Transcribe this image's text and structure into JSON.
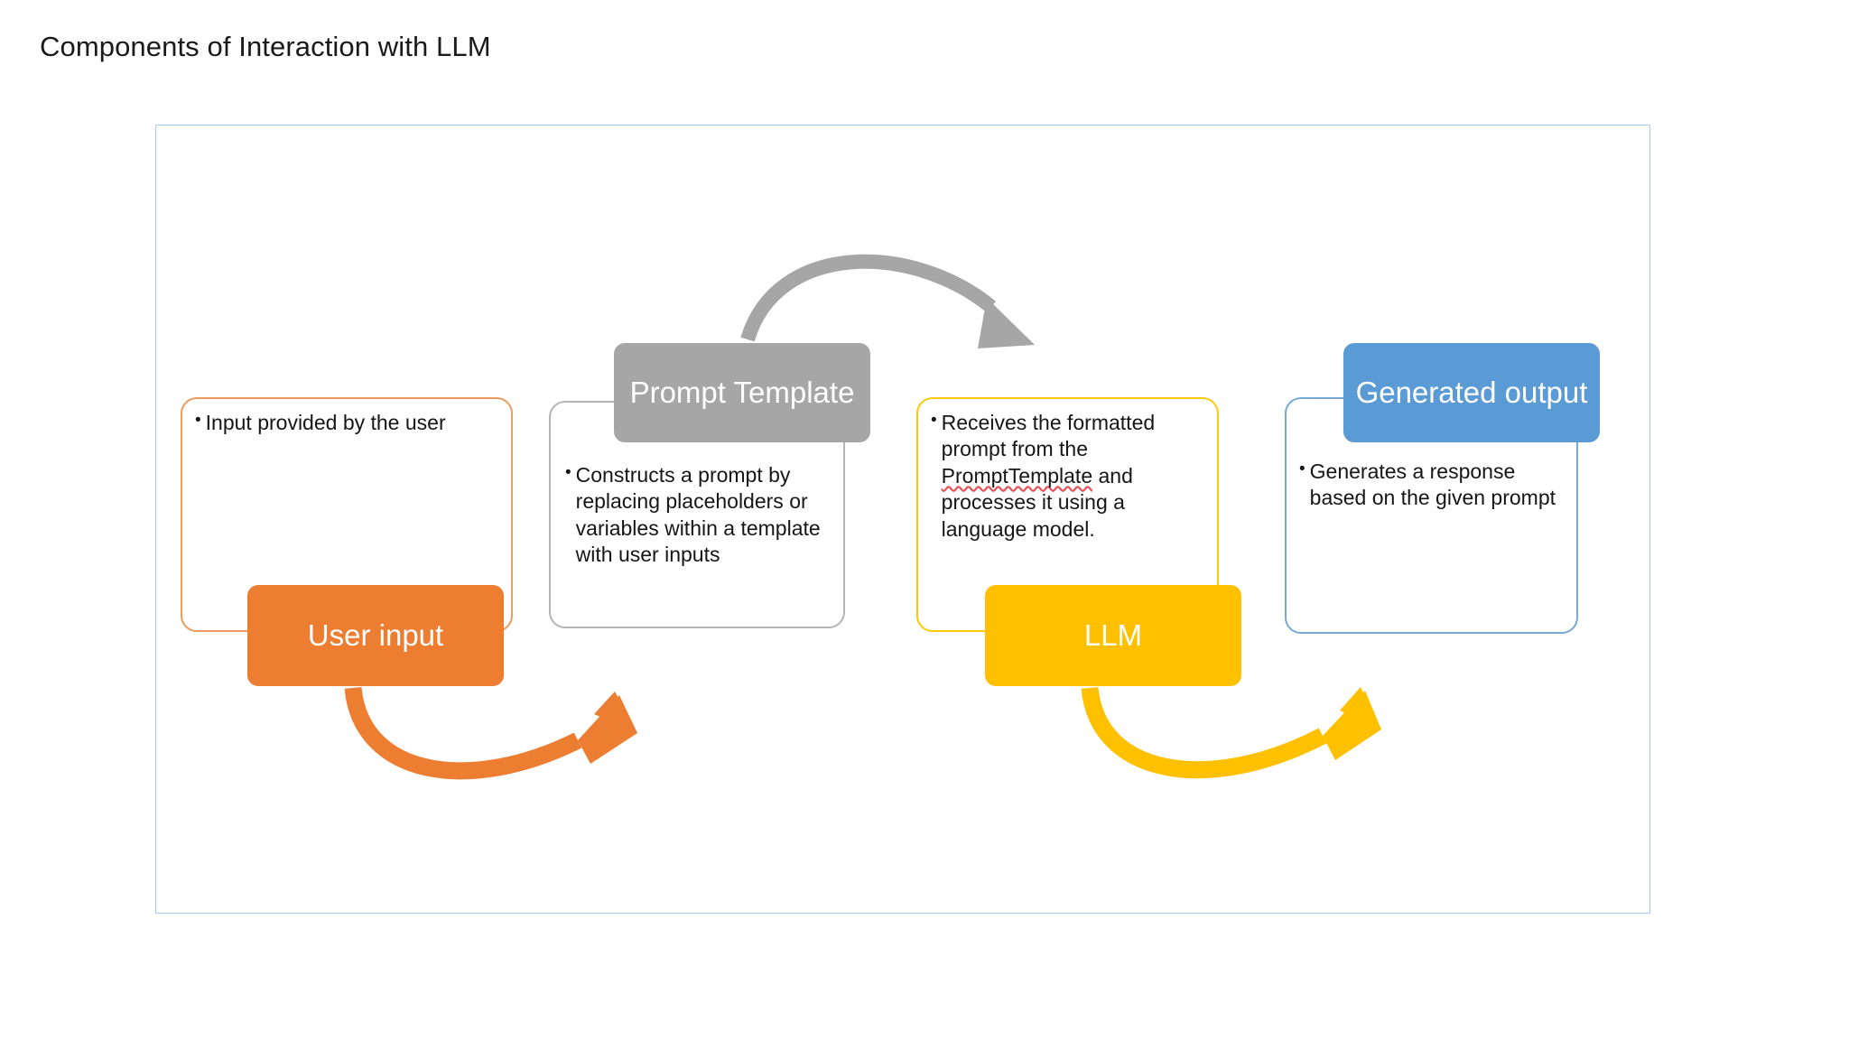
{
  "slide": {
    "title": "Components of Interaction with LLM"
  },
  "diagram": {
    "frame_border_color": "#a8c8e4",
    "steps": [
      {
        "key": "user_input",
        "label": "User input",
        "label_box_color": "#ed7d31",
        "card_border_color": "#ed9a5c",
        "bullet_marker": "•",
        "bullet_text": "Input provided by the user"
      },
      {
        "key": "prompt_template",
        "label": "Prompt Template",
        "label_box_color": "#a6a6a6",
        "card_border_color": "#b4b4b4",
        "bullet_marker": "•",
        "bullet_text": "Constructs a prompt by replacing placeholders or variables within a template with user inputs"
      },
      {
        "key": "llm",
        "label": "LLM",
        "label_box_color": "#ffc000",
        "card_border_color": "#ffc90a",
        "bullet_marker": "•",
        "bullet_text_part1": "Receives the formatted prompt from the ",
        "bullet_text_misspelled": "PromptTemplate",
        "bullet_text_part2": " and processes it using a language model."
      },
      {
        "key": "generated_output",
        "label": "Generated output",
        "label_box_color": "#5b9bd5",
        "card_border_color": "#77a8d4",
        "bullet_marker": "•",
        "bullet_text": "Generates a response based on the given prompt"
      }
    ],
    "arrows": [
      {
        "key": "arrow-user-input-to-prompt-template",
        "color": "#ed7d31",
        "direction": "down-curve-right"
      },
      {
        "key": "arrow-prompt-template-to-llm",
        "color": "#a6a6a6",
        "direction": "up-curve-right"
      },
      {
        "key": "arrow-llm-to-generated-output",
        "color": "#ffc000",
        "direction": "down-curve-right"
      }
    ]
  }
}
